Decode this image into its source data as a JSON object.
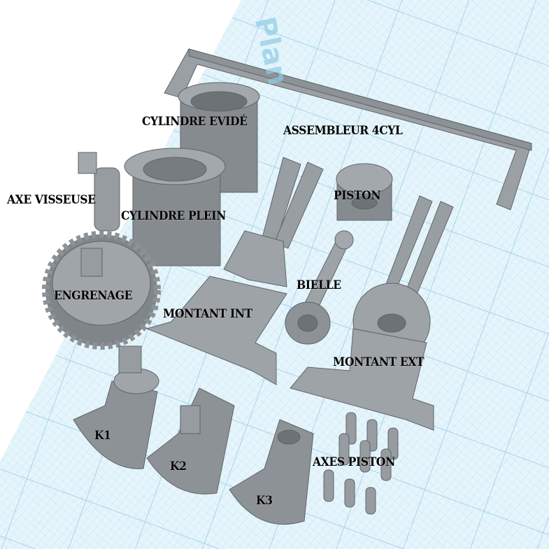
{
  "workplane": {
    "watermark": "Plan",
    "grid_color": "#bfe3f2",
    "part_color": "#8d9296"
  },
  "labels": {
    "cylindre_evide": "CYLINDRE EVIDÉ",
    "assembleur": "ASSEMBLEUR 4CYL",
    "axe_visseuse": "AXE VISSEUSE",
    "piston": "PISTON",
    "cylindre_plein": "CYLINDRE PLEIN",
    "bielle": "BIELLE",
    "engrenage": "ENGRENAGE",
    "montant_int": "MONTANT INT",
    "montant_ext": "MONTANT EXT",
    "k1": "K1",
    "k2": "K2",
    "k3": "K3",
    "axes_piston": "AXES PISTON"
  }
}
